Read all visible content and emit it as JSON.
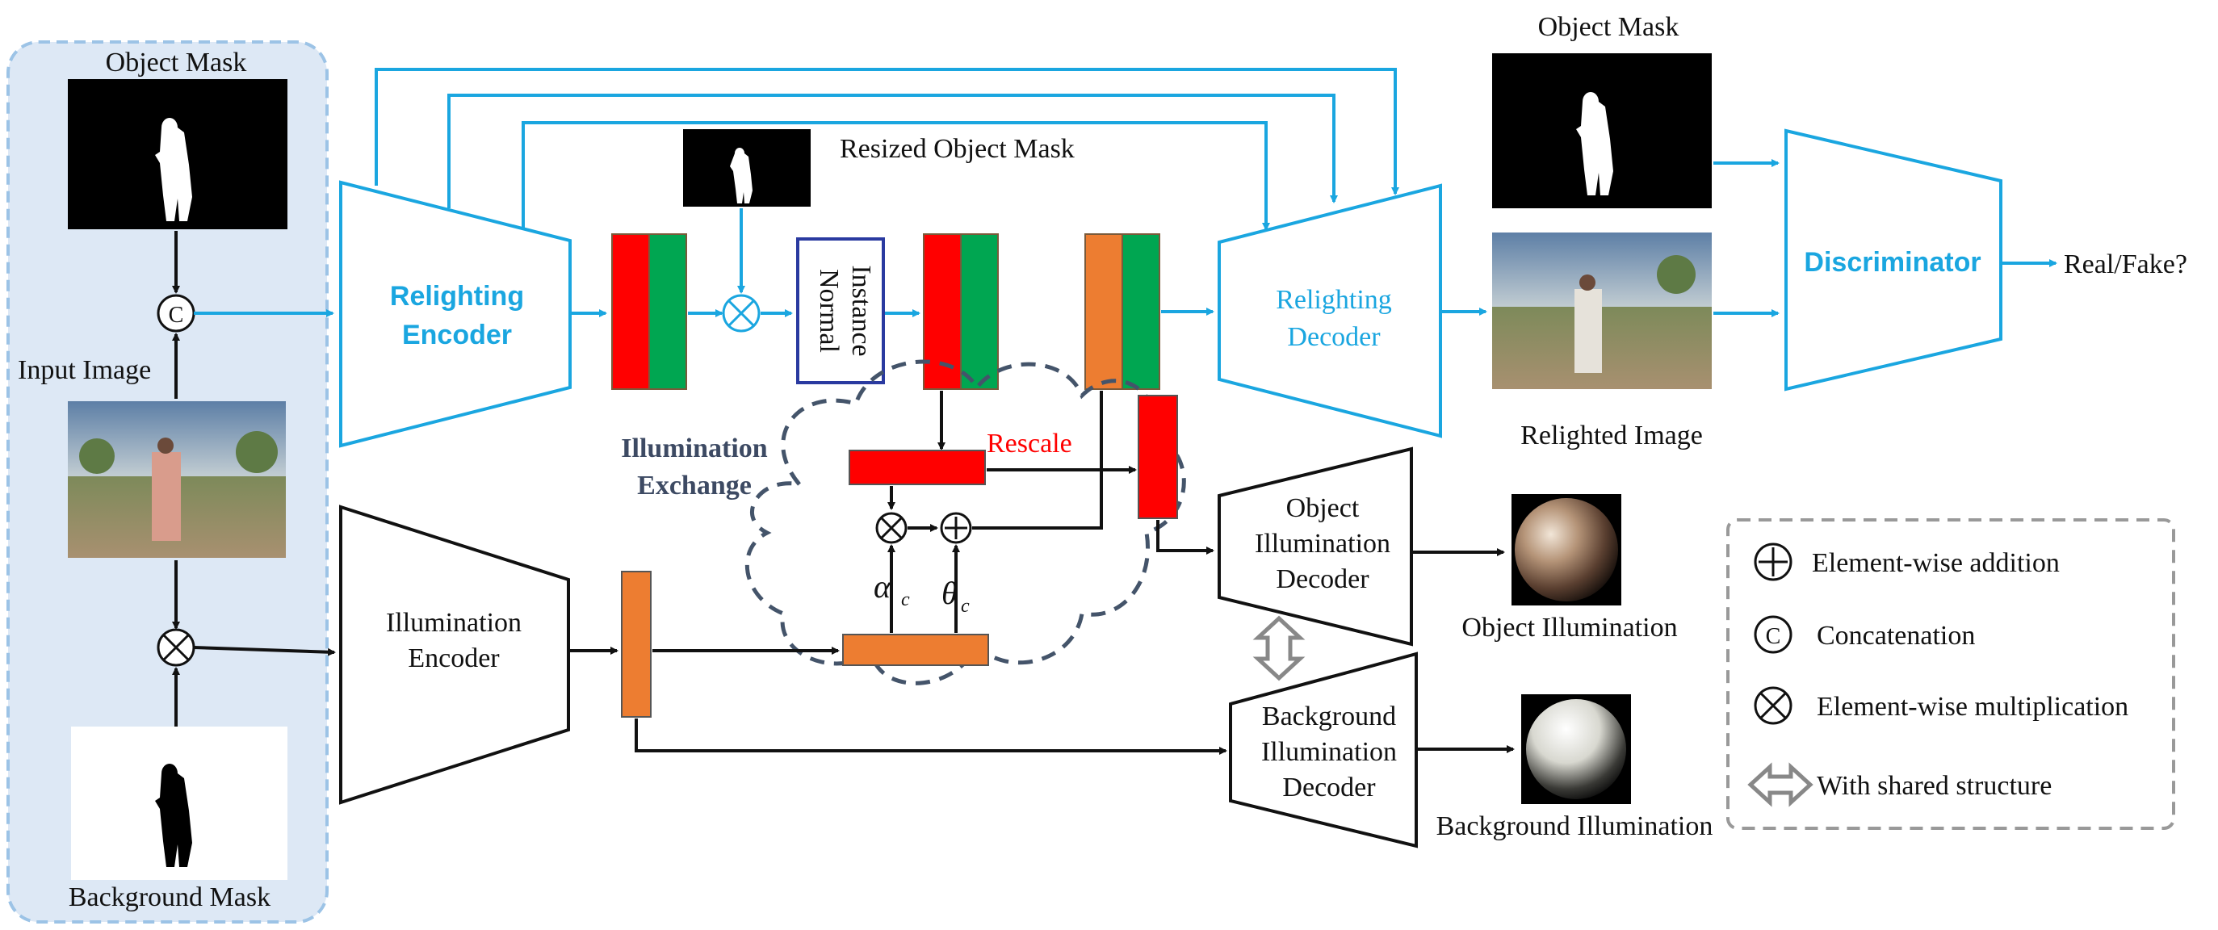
{
  "input_panel": {
    "object_mask_label": "Object Mask",
    "input_image_label": "Input Image",
    "background_mask_label": "Background Mask",
    "concat_symbol": "C"
  },
  "relighting_encoder": {
    "line1": "Relighting",
    "line2": "Encoder"
  },
  "resized_mask_label": "Resized Object Mask",
  "instance_normal": {
    "line1": "Instance",
    "line2": "Normal"
  },
  "relighting_decoder": {
    "line1": "Relighting",
    "line2": "Decoder"
  },
  "output_object_mask_label": "Object Mask",
  "relighted_image_label": "Relighted Image",
  "discriminator_label": "Discriminator",
  "real_fake_label": "Real/Fake?",
  "illumination_exchange": {
    "line1": "Illumination",
    "line2": "Exchange",
    "rescale_label": "Rescale"
  },
  "alpha_symbol": "α",
  "alpha_sub": "c",
  "theta_symbol": "θ",
  "theta_sub": "c",
  "illumination_encoder": {
    "line1": "Illumination",
    "line2": "Encoder"
  },
  "object_illum_decoder": {
    "line1": "Object",
    "line2": "Illumination",
    "line3": "Decoder"
  },
  "background_illum_decoder": {
    "line1": "Background",
    "line2": "Illumination",
    "line3": "Decoder"
  },
  "object_illumination_label": "Object Illumination",
  "background_illumination_label": "Background Illumination",
  "legend": {
    "items": [
      {
        "icon": "plus-circle-icon",
        "label": "Element-wise addition"
      },
      {
        "icon": "c-circle-icon",
        "label": "Concatenation",
        "symbol": "C"
      },
      {
        "icon": "times-circle-icon",
        "label": "Element-wise multiplication"
      },
      {
        "icon": "double-arrow-icon",
        "label": "With shared structure"
      }
    ]
  },
  "colors": {
    "blue": "#1aa6e0",
    "red": "#ff0000",
    "green": "#00a651",
    "orange": "#ed7d31",
    "panel": "#dde8f5",
    "panel_border": "#9cc3e6",
    "cloud": "#44546a"
  }
}
